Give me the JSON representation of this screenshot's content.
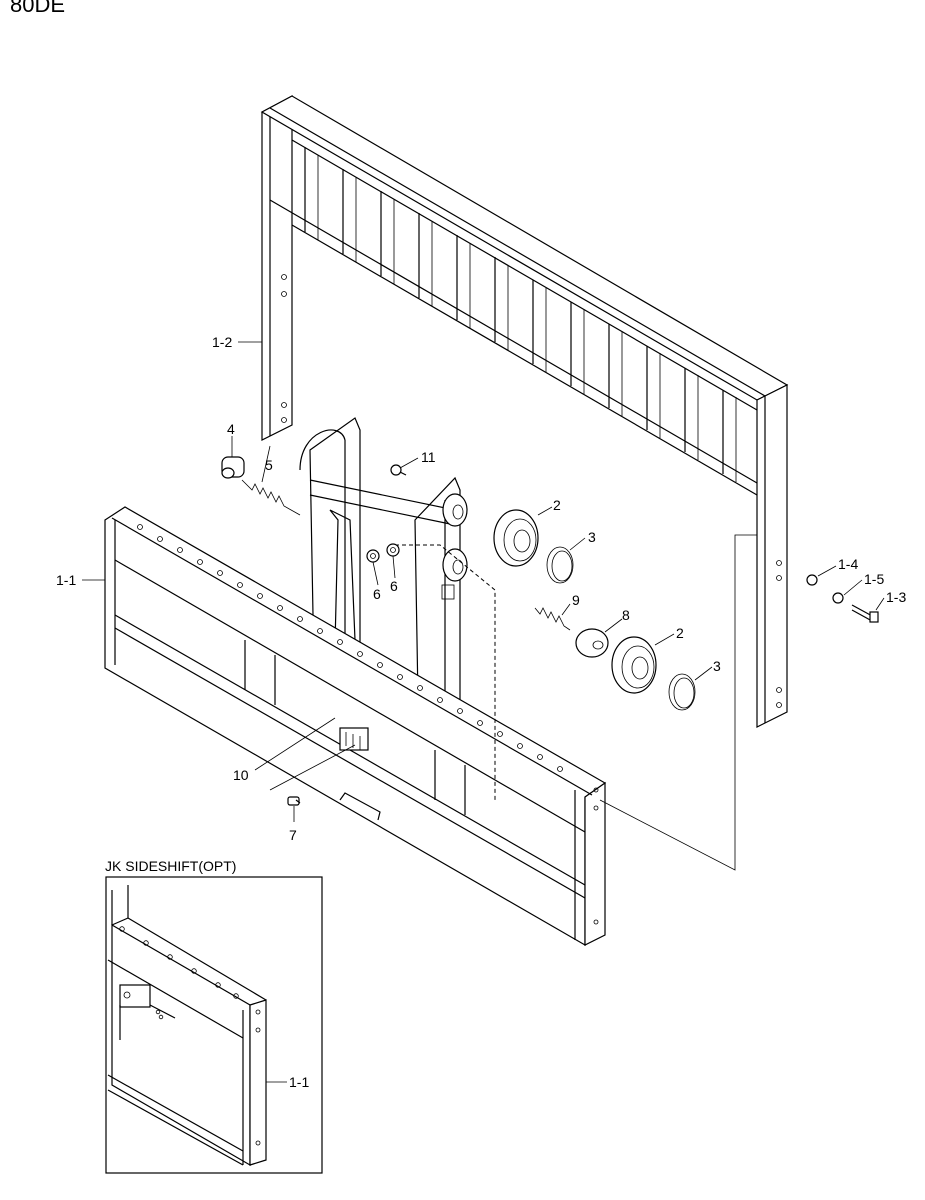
{
  "model": "80DE",
  "inset": {
    "title": "JK SIDESHIFT(OPT)",
    "label": "1-1"
  },
  "labels": {
    "l12": "1-2",
    "l11a": "1-1",
    "l4": "4",
    "l5": "5",
    "l11": "11",
    "l2a": "2",
    "l3a": "3",
    "l6a": "6",
    "l6b": "6",
    "l9": "9",
    "l8": "8",
    "l2b": "2",
    "l3b": "3",
    "l14": "1-4",
    "l15": "1-5",
    "l13": "1-3",
    "l10": "10",
    "l7": "7"
  }
}
